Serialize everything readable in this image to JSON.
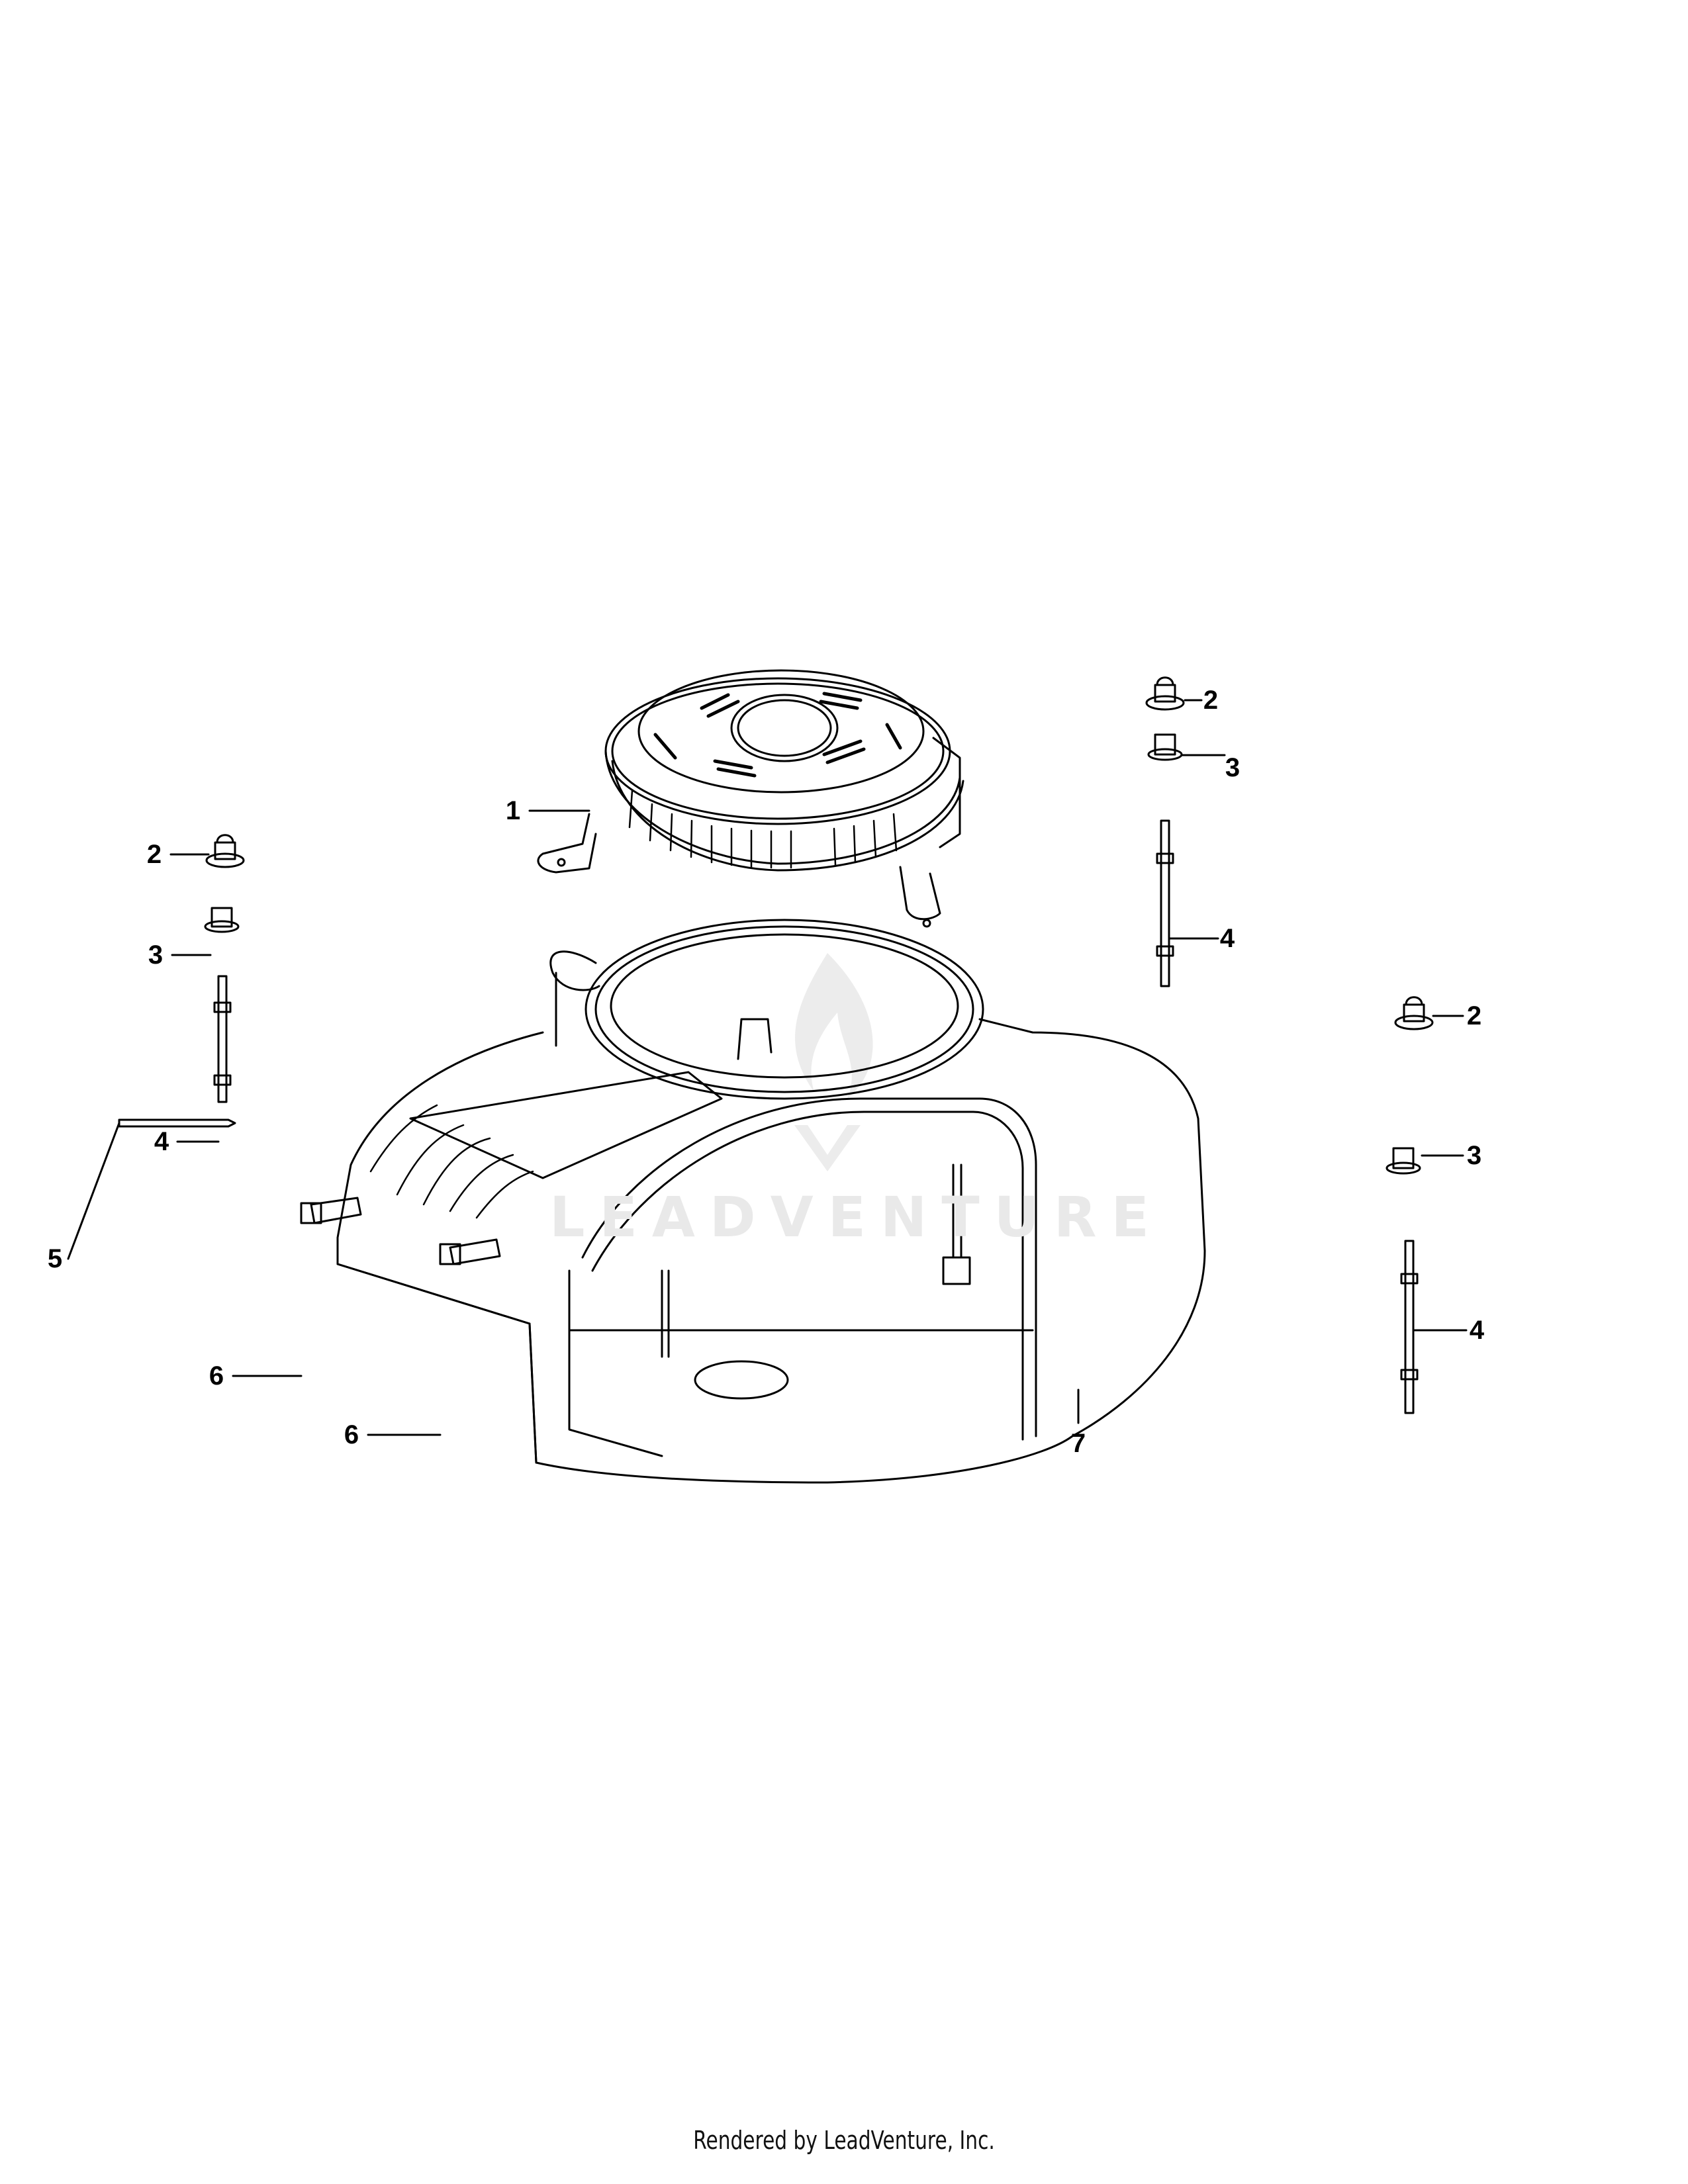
{
  "diagram": {
    "type": "exploded-parts-diagram",
    "subject": "engine blower housing / recoil cover assembly",
    "watermark": "LEADVENTURE",
    "footer": "Rendered by LeadVenture, Inc.",
    "callouts": [
      {
        "id": "c1",
        "label": "1",
        "part": "recoil starter cover"
      },
      {
        "id": "c2a",
        "label": "2",
        "part": "flange nut (top right)"
      },
      {
        "id": "c3a",
        "label": "3",
        "part": "spacer (top right)"
      },
      {
        "id": "c4a",
        "label": "4",
        "part": "stud (top right)"
      },
      {
        "id": "c2b",
        "label": "2",
        "part": "flange nut (right)"
      },
      {
        "id": "c3b",
        "label": "3",
        "part": "spacer (right)"
      },
      {
        "id": "c4b",
        "label": "4",
        "part": "stud (right)"
      },
      {
        "id": "c2c",
        "label": "2",
        "part": "flange nut (left)"
      },
      {
        "id": "c3c",
        "label": "3",
        "part": "spacer (left)"
      },
      {
        "id": "c4c",
        "label": "4",
        "part": "stud (left)"
      },
      {
        "id": "c5",
        "label": "5",
        "part": "pin / rod"
      },
      {
        "id": "c6a",
        "label": "6",
        "part": "bolt"
      },
      {
        "id": "c6b",
        "label": "6",
        "part": "bolt"
      },
      {
        "id": "c7",
        "label": "7",
        "part": "blower housing"
      }
    ]
  }
}
